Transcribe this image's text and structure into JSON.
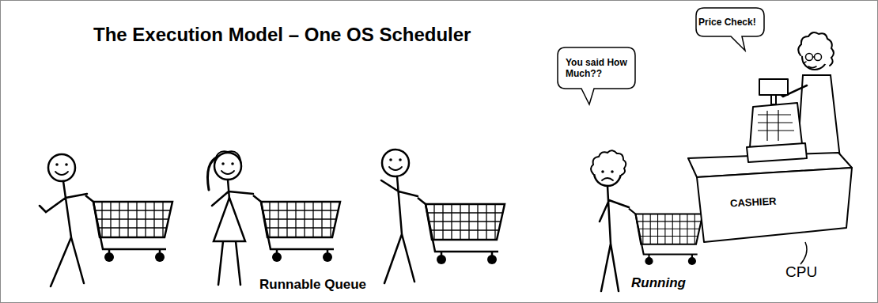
{
  "diagram": {
    "title": "The Execution Model – One OS Scheduler",
    "nodes": [
      {
        "text": [
          "Price Check!"
        ]
      },
      {
        "text": [
          "You said How Much??"
        ]
      },
      {
        "text": [
          "CASHIER"
        ]
      }
    ],
    "labels": [
      "Runnable Queue",
      "Running",
      "CPU"
    ]
  }
}
